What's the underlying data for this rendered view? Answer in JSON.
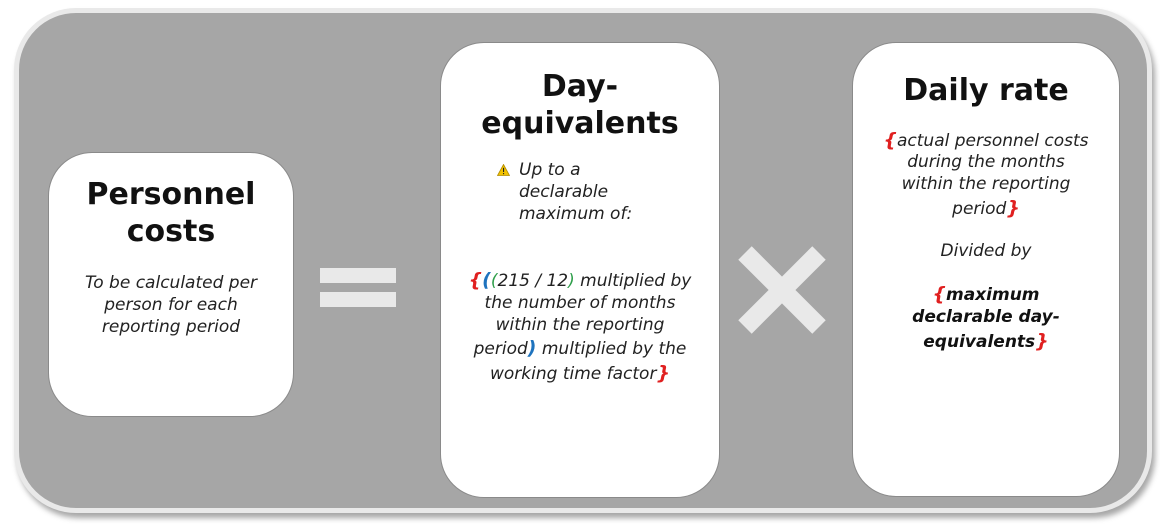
{
  "personnel": {
    "title": "Personnel costs",
    "description": "To be calculated per person for each reporting period"
  },
  "day_equivalents": {
    "title": "Day-equivalents",
    "warning_text": "Up to a declarable maximum of:",
    "formula": {
      "open_curly": "{",
      "open_outer_paren": "(",
      "open_inner_paren": "(",
      "inner_value": "215 / 12",
      "close_inner_paren": ")",
      "mid_text": " multiplied by the number of months within the reporting period",
      "close_outer_paren": ")",
      "tail_text": " multiplied by the working time factor",
      "close_curly": "}"
    }
  },
  "daily_rate": {
    "title": "Daily rate",
    "numerator_open": "{",
    "numerator_text": "actual personnel costs during the months within the reporting period",
    "numerator_close": "}",
    "divider_text": "Divided by",
    "denominator_open": "{",
    "denominator_text": "maximum declarable day-equivalents",
    "denominator_close": "}"
  },
  "operators": {
    "equals": "=",
    "times": "×"
  },
  "colors": {
    "panel_background": "#a6a6a6",
    "operator_color": "#e9e9e9",
    "curly_brace": "#e02020",
    "outer_paren": "#1e73be",
    "inner_paren": "#2e9e4a",
    "warning_icon": "#f2c200"
  },
  "icons": {
    "warning": "warning-triangle-icon",
    "equals": "equals-sign-icon",
    "times": "multiplication-sign-icon"
  }
}
